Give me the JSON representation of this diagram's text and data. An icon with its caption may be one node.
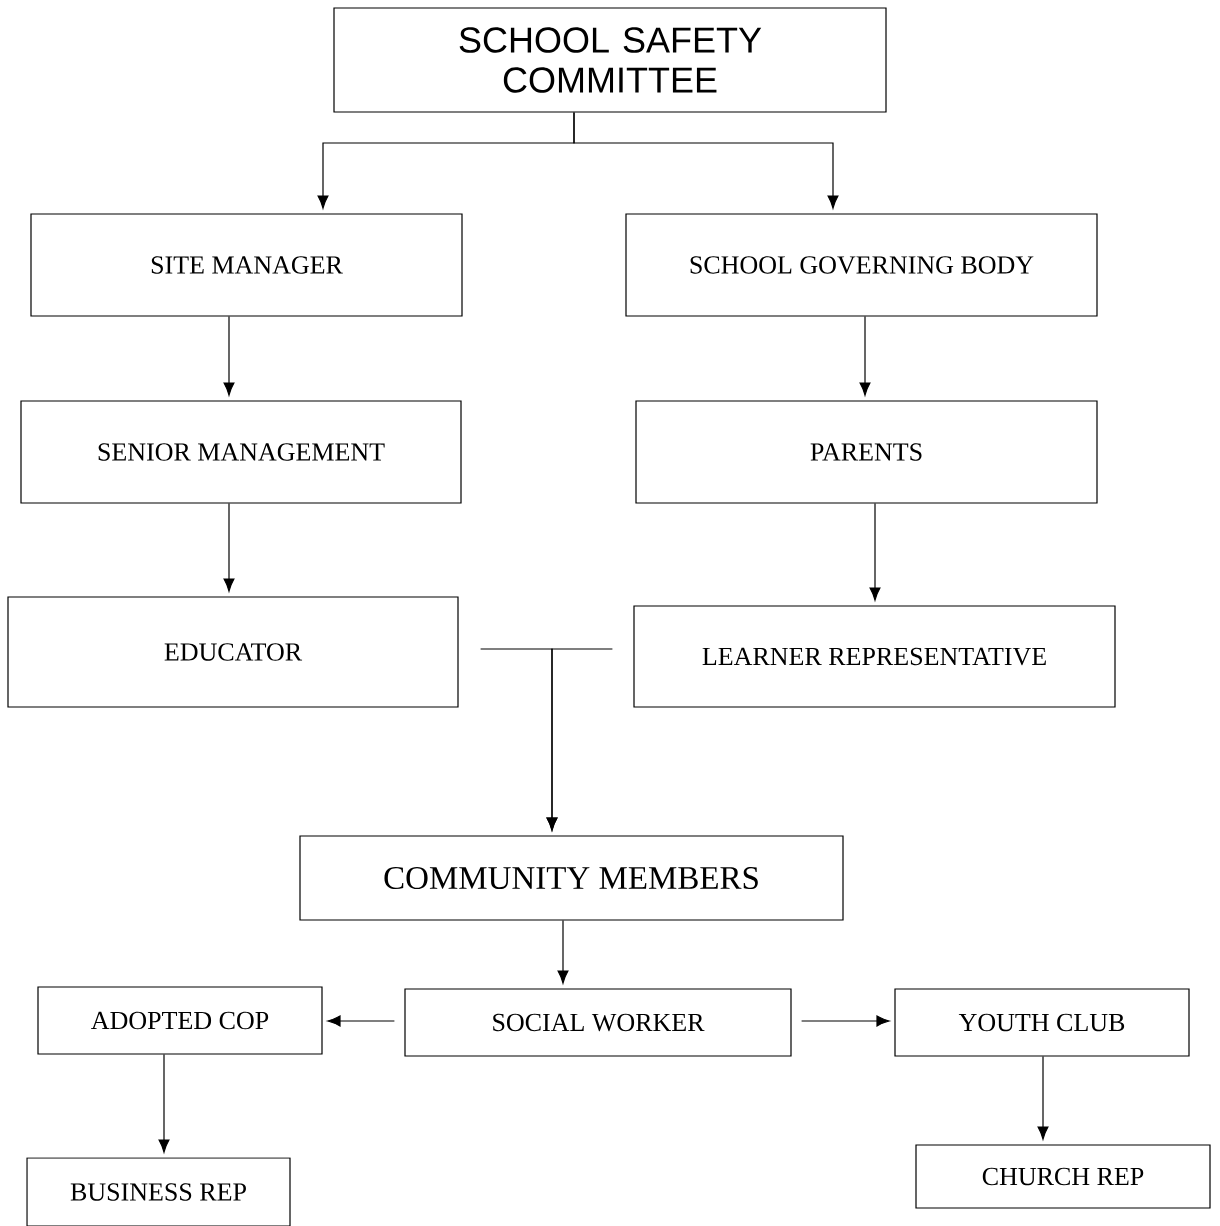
{
  "diagram": {
    "nodes": [
      {
        "text": [
          "SCHOOL SAFETY COMMITTEE"
        ]
      },
      {
        "text": [
          "SITE MANAGER"
        ]
      },
      {
        "text": [
          "SCHOOL GOVERNING BODY"
        ]
      },
      {
        "text": [
          "SENIOR MANAGEMENT"
        ]
      },
      {
        "text": [
          "PARENTS"
        ]
      },
      {
        "text": [
          "EDUCATOR"
        ]
      },
      {
        "text": [
          "LEARNER REPRESENTATIVE"
        ]
      },
      {
        "text": [
          "COMMUNITY MEMBERS"
        ]
      },
      {
        "text": [
          "ADOPTED COP"
        ]
      },
      {
        "text": [
          "SOCIAL WORKER"
        ]
      },
      {
        "text": [
          "YOUTH CLUB"
        ]
      },
      {
        "text": [
          "BUSINESS REP"
        ]
      },
      {
        "text": [
          "CHURCH REP"
        ]
      }
    ],
    "edges": [
      {
        "from": 0,
        "to": 1,
        "arrow": "to"
      },
      {
        "from": 0,
        "to": 2,
        "arrow": "to"
      },
      {
        "from": 1,
        "to": 3,
        "arrow": "to"
      },
      {
        "from": 2,
        "to": 4,
        "arrow": "to"
      },
      {
        "from": 3,
        "to": 5,
        "arrow": "to"
      },
      {
        "from": 4,
        "to": 6,
        "arrow": "to"
      },
      {
        "from": 5,
        "to": 7,
        "arrow": "to"
      },
      {
        "from": 6,
        "to": 7,
        "arrow": "to"
      },
      {
        "from": 7,
        "to": 9,
        "arrow": "to"
      },
      {
        "from": 9,
        "to": 8,
        "arrow": "to"
      },
      {
        "from": 9,
        "to": 10,
        "arrow": "to"
      },
      {
        "from": 8,
        "to": 11,
        "arrow": "to"
      },
      {
        "from": 10,
        "to": 12,
        "arrow": "to"
      }
    ]
  }
}
